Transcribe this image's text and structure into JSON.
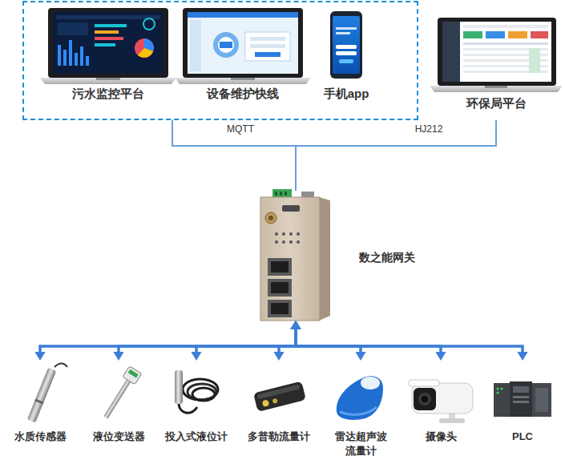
{
  "diagram": {
    "nodes": [
      {
        "text": []
      },
      {
        "text": [
          "污水监控平台"
        ],
        "in": 0
      },
      {
        "text": [
          "设备维护快线"
        ],
        "in": 0
      },
      {
        "text": [
          "手机app"
        ],
        "in": 0
      },
      {
        "text": [
          "环保局平台"
        ]
      },
      {
        "text": [
          "数之能网关"
        ]
      },
      {
        "text": [
          "水质传感器"
        ]
      },
      {
        "text": [
          "液位变送器"
        ]
      },
      {
        "text": [
          "投入式液位计"
        ]
      },
      {
        "text": [
          "多普勒流量计"
        ]
      },
      {
        "text": [
          "雷达超声波 流量计"
        ]
      },
      {
        "text": [
          "摄像头"
        ]
      },
      {
        "text": [
          "PLC"
        ]
      }
    ],
    "edges": [
      {
        "from": 5,
        "to": 0,
        "arrow": "none",
        "label": "MQTT"
      },
      {
        "from": 5,
        "to": 4,
        "arrow": "none",
        "label": "HJ212"
      },
      {
        "from": 5,
        "to": 6,
        "arrow": "both"
      },
      {
        "from": 5,
        "to": 7,
        "arrow": "both"
      },
      {
        "from": 5,
        "to": 8,
        "arrow": "both"
      },
      {
        "from": 5,
        "to": 9,
        "arrow": "both"
      },
      {
        "from": 5,
        "to": 10,
        "arrow": "both"
      },
      {
        "from": 5,
        "to": 11,
        "arrow": "both"
      },
      {
        "from": 5,
        "to": 12,
        "arrow": "both"
      }
    ]
  }
}
